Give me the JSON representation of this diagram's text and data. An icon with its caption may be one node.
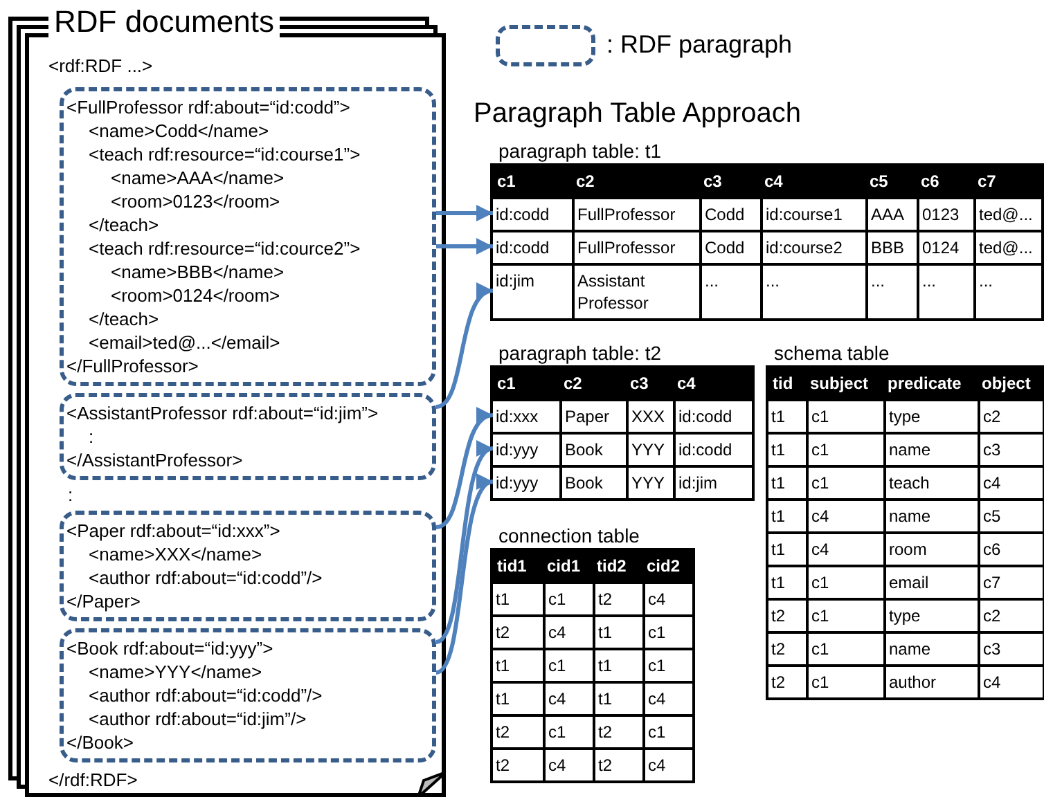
{
  "diagram": {
    "title": "Paragraph Table Approach",
    "nodes": [
      {
        "text": [
          "RDF documents",
          "<rdf:RDF ...>",
          ":",
          "</rdf:RDF>"
        ]
      },
      {
        "text": [
          "<FullProfessor rdf:about=“id:codd”>",
          "<name>Codd</name>",
          "<teach rdf:resource=“id:course1”>",
          "<name>AAA</name>",
          "<room>0123</room>",
          "</teach>",
          "<teach rdf:resource=“id:cource2”>",
          "<name>BBB</name>",
          "<room>0124</room>",
          "</teach>",
          "<email>ted@...</email>",
          "</FullProfessor>"
        ],
        "in": 0
      },
      {
        "text": [
          "<AssistantProfessor rdf:about=“id:jim”>",
          ":",
          "</AssistantProfessor>"
        ],
        "in": 0
      },
      {
        "text": [
          "<Paper rdf:about=“id:xxx”>",
          "<name>XXX</name>",
          "<author rdf:about=“id:codd”/>",
          "</Paper>"
        ],
        "in": 0
      },
      {
        "text": [
          "<Book rdf:about=“id:yyy”>",
          "<name>YYY</name>",
          "<author rdf:about=“id:codd”/>",
          "<author rdf:about=“id:jim”/>",
          "</Book>"
        ],
        "in": 0
      },
      {
        "text": [
          "paragraph table: t1",
          "c1",
          "c2",
          "c3",
          "c4",
          "c5",
          "c6",
          "c7"
        ]
      },
      {
        "text": [
          "id:codd",
          "FullProfessor",
          "Codd",
          "id:course1",
          "AAA",
          "0123",
          "ted@..."
        ],
        "in": 5
      },
      {
        "text": [
          "id:codd",
          "FullProfessor",
          "Codd",
          "id:course2",
          "BBB",
          "0124",
          "ted@..."
        ],
        "in": 5
      },
      {
        "text": [
          "id:jim",
          "Assistant Professor",
          "...",
          "...",
          "...",
          "...",
          "..."
        ],
        "in": 5
      },
      {
        "text": [
          "paragraph table: t2",
          "c1",
          "c2",
          "c3",
          "c4"
        ]
      },
      {
        "text": [
          "id:xxx",
          "Paper",
          "XXX",
          "id:codd"
        ],
        "in": 9
      },
      {
        "text": [
          "id:yyy",
          "Book",
          "YYY",
          "id:codd"
        ],
        "in": 9
      },
      {
        "text": [
          "id:yyy",
          "Book",
          "YYY",
          "id:jim"
        ],
        "in": 9
      },
      {
        "text": [
          "connection table",
          "tid1",
          "cid1",
          "tid2",
          "cid2"
        ]
      },
      {
        "text": [
          "t1",
          "c1",
          "t2",
          "c4"
        ],
        "in": 13
      },
      {
        "text": [
          "t2",
          "c4",
          "t1",
          "c1"
        ],
        "in": 13
      },
      {
        "text": [
          "t1",
          "c1",
          "t1",
          "c1"
        ],
        "in": 13
      },
      {
        "text": [
          "t1",
          "c4",
          "t1",
          "c4"
        ],
        "in": 13
      },
      {
        "text": [
          "t2",
          "c1",
          "t2",
          "c1"
        ],
        "in": 13
      },
      {
        "text": [
          "t2",
          "c4",
          "t2",
          "c4"
        ],
        "in": 13
      },
      {
        "text": [
          "schema table",
          "tid",
          "subject",
          "predicate",
          "object"
        ]
      },
      {
        "text": [
          "t1",
          "c1",
          "type",
          "c2"
        ],
        "in": 20
      },
      {
        "text": [
          "t1",
          "c1",
          "name",
          "c3"
        ],
        "in": 20
      },
      {
        "text": [
          "t1",
          "c1",
          "teach",
          "c4"
        ],
        "in": 20
      },
      {
        "text": [
          "t1",
          "c4",
          "name",
          "c5"
        ],
        "in": 20
      },
      {
        "text": [
          "t1",
          "c4",
          "room",
          "c6"
        ],
        "in": 20
      },
      {
        "text": [
          "t1",
          "c1",
          "email",
          "c7"
        ],
        "in": 20
      },
      {
        "text": [
          "t2",
          "c1",
          "type",
          "c2"
        ],
        "in": 20
      },
      {
        "text": [
          "t2",
          "c1",
          "name",
          "c3"
        ],
        "in": 20
      },
      {
        "text": [
          "t2",
          "c1",
          "author",
          "c4"
        ],
        "in": 20
      }
    ],
    "edges": [
      {
        "from": 1,
        "to": 6,
        "arrow": "to"
      },
      {
        "from": 1,
        "to": 7,
        "arrow": "to"
      },
      {
        "from": 2,
        "to": 8,
        "arrow": "to"
      },
      {
        "from": 3,
        "to": 10,
        "arrow": "to"
      },
      {
        "from": 4,
        "to": 11,
        "arrow": "to"
      },
      {
        "from": 4,
        "to": 12,
        "arrow": "to"
      }
    ],
    "legend": [
      {
        "text": ": RDF paragraph"
      }
    ]
  }
}
